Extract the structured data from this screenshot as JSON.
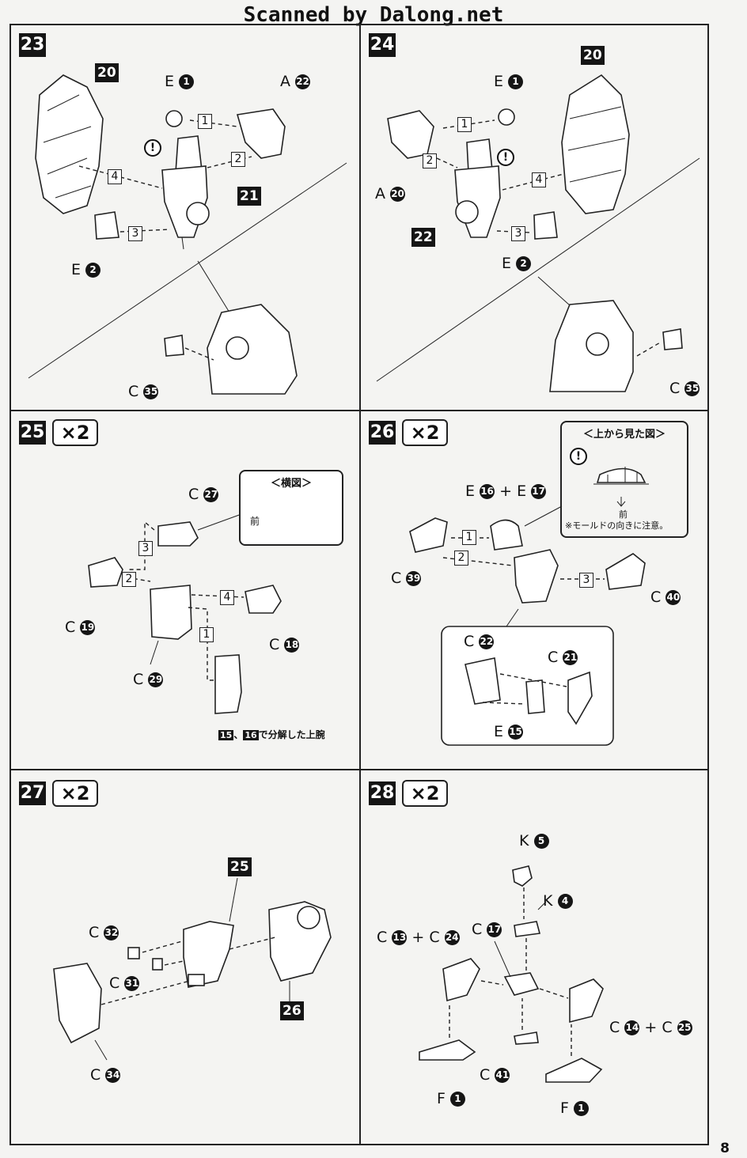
{
  "header": {
    "scanner_text": "Scanned by Dalong.net"
  },
  "page": {
    "number": "8"
  },
  "steps": {
    "s23": {
      "no": "23",
      "refs": {
        "a": "20",
        "b": "21"
      },
      "labels": {
        "e1": [
          "E",
          "1"
        ],
        "a22": [
          "A",
          "22"
        ],
        "e2": [
          "E",
          "2"
        ],
        "c35": [
          "C",
          "35"
        ]
      },
      "seq": [
        "1",
        "2",
        "3",
        "4"
      ]
    },
    "s24": {
      "no": "24",
      "refs": {
        "a": "20",
        "b": "22"
      },
      "labels": {
        "e1": [
          "E",
          "1"
        ],
        "a20": [
          "A",
          "20"
        ],
        "e2": [
          "E",
          "2"
        ],
        "c35": [
          "C",
          "35"
        ]
      },
      "seq": [
        "1",
        "2",
        "3",
        "4"
      ]
    },
    "s25": {
      "no": "25",
      "mult": "×2",
      "labels": {
        "c27": [
          "C",
          "27"
        ],
        "c19": [
          "C",
          "19"
        ],
        "c29": [
          "C",
          "29"
        ],
        "c18": [
          "C",
          "18"
        ]
      },
      "seq": [
        "1",
        "2",
        "3",
        "4"
      ],
      "callout": {
        "title": "＜横図＞",
        "front": "前"
      },
      "note": {
        "refs": [
          "15",
          "16"
        ],
        "sep": "、",
        "text": "で分解した上腕"
      }
    },
    "s26": {
      "no": "26",
      "mult": "×2",
      "labels": {
        "e16": [
          "E",
          "16"
        ],
        "e17": [
          "E",
          "17"
        ],
        "c39": [
          "C",
          "39"
        ],
        "c40": [
          "C",
          "40"
        ],
        "c22": [
          "C",
          "22"
        ],
        "c21": [
          "C",
          "21"
        ],
        "e15": [
          "E",
          "15"
        ]
      },
      "plus": "+",
      "seq": [
        "1",
        "2",
        "3"
      ],
      "callout": {
        "title": "＜上から見た図＞",
        "front": "前",
        "note": "※モールドの向きに注意。"
      }
    },
    "s27": {
      "no": "27",
      "mult": "×2",
      "refs": {
        "a": "25",
        "b": "26"
      },
      "labels": {
        "c32": [
          "C",
          "32"
        ],
        "c31": [
          "C",
          "31"
        ],
        "c34": [
          "C",
          "34"
        ]
      }
    },
    "s28": {
      "no": "28",
      "mult": "×2",
      "labels": {
        "k5": [
          "K",
          "5"
        ],
        "k4": [
          "K",
          "4"
        ],
        "c17": [
          "C",
          "17"
        ],
        "c13": [
          "C",
          "13"
        ],
        "c24": [
          "C",
          "24"
        ],
        "c14": [
          "C",
          "14"
        ],
        "c25": [
          "C",
          "25"
        ],
        "c41": [
          "C",
          "41"
        ],
        "f1a": [
          "F",
          "1"
        ],
        "f1b": [
          "F",
          "1"
        ]
      },
      "plus": "+"
    }
  }
}
